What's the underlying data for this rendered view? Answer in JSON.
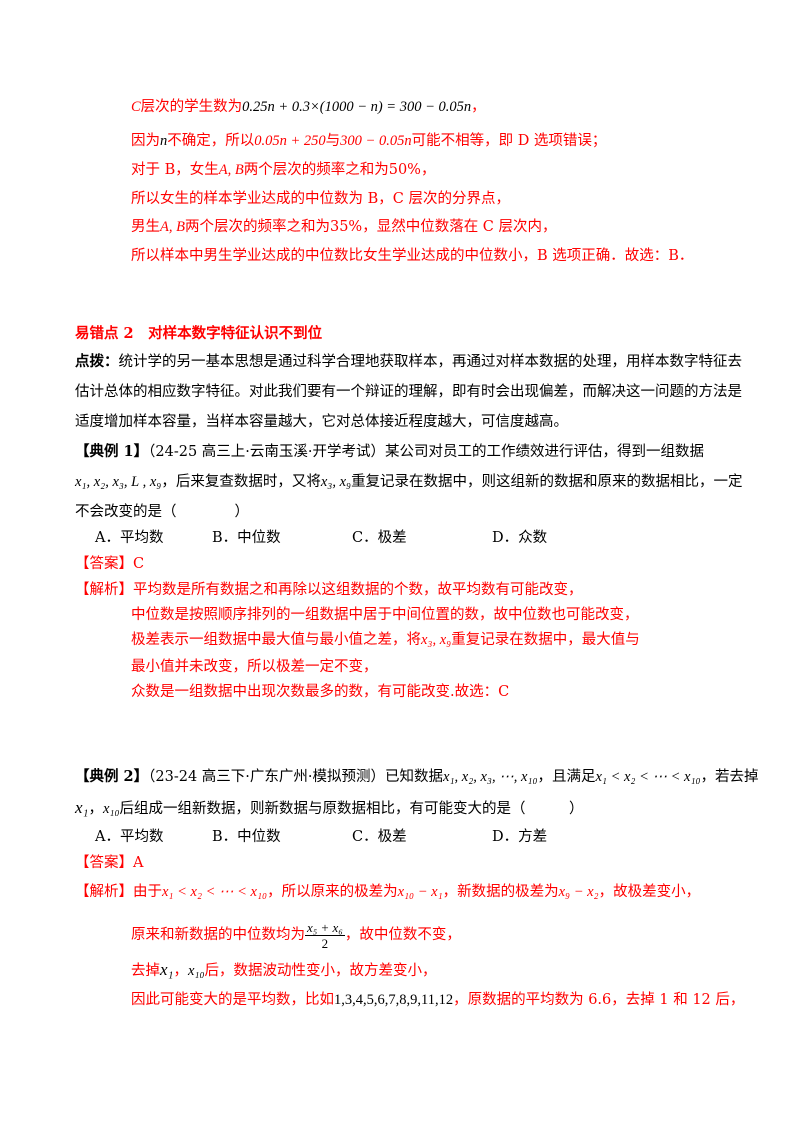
{
  "top": {
    "l1a": "C",
    "l1b": "层次的学生数为",
    "l1m": "0.25n + 0.3×(1000 − n) = 300 − 0.05n",
    "l1c": "，",
    "l2a": "因为",
    "l2v": "n",
    "l2b": "不确定，所以",
    "l2m1": "0.05n + 250",
    "l2c": "与",
    "l2m2": "300 − 0.05n",
    "l2d": "可能不相等，即 D 选项错误；",
    "l3a": "对于 B，女生",
    "l3m": "A, B",
    "l3b": "两个层次的频率之和为",
    "l3p": "50%",
    "l3c": "，",
    "l4": "所以女生的样本学业达成的中位数为 B，C 层次的分界点，",
    "l5a": "男生",
    "l5m": "A, B",
    "l5b": "两个层次的频率之和为",
    "l5p": "35%",
    "l5c": "，显然中位数落在 C 层次内，",
    "l6": "所以样本中男生学业达成的中位数比女生学业达成的中位数小，B 选项正确．故选：B．"
  },
  "section": {
    "title": "易错点 2　对样本数字特征认识不到位",
    "tip_label": "点拨：",
    "tip_1": "统计学的另一基本思想是通过科学合理地获取样本，再通过对样本数据的处理，用样本数字特征去",
    "tip_2": "估计总体的相应数字特征。对此我们要有一个辩证的理解，即有时会出现偏差，而解决这一问题的方法是",
    "tip_3": "适度增加样本容量，当样本容量越大，它对总体接近程度越大，可信度越高。"
  },
  "ex1": {
    "label": "【典例 1】",
    "source": "（24-25 高三上·云南玉溪·开学考试）某公司对员工的工作绩效进行评估，得到一组数据",
    "l2m": "x₁, x₂, x₃, L , x₉",
    "l2a": "，后来复查数据时，又将",
    "l2m2": "x₃, x₉",
    "l2b": "重复记录在数据中，则这组新的数据和原来的数据相比，一定",
    "l3": "不会改变的是（　　　　）",
    "options": [
      "A．平均数",
      "B．中位数",
      "C．极差",
      "D．众数"
    ],
    "answer_label": "【答案】",
    "answer": "C",
    "analysis_label": "【解析】",
    "a1": "平均数是所有数据之和再除以这组数据的个数，故平均数有可能改变，",
    "a2": "中位数是按照顺序排列的一组数据中居于中间位置的数，故中位数也可能改变，",
    "a3a": "极差表示一组数据中最大值与最小值之差，将",
    "a3m": "x₃, x₉",
    "a3b": "重复记录在数据中，最大值与",
    "a4": "最小值并未改变，所以极差一定不变，",
    "a5": "众数是一组数据中出现次数最多的数，有可能改变.故选：C"
  },
  "ex2": {
    "label": "【典例 2】",
    "l1a": "（23-24 高三下·广东广州·模拟预测）已知数据",
    "l1m": "x₁, x₂, x₃, ⋯, x₁₀",
    "l1b": "，且满足",
    "l1m2": "x₁ < x₂ < ⋯ < x₁₀",
    "l1c": "，若去掉",
    "l2m": "x₁",
    "l2a": "，",
    "l2m2": "x₁₀",
    "l2b": "后组成一组新数据，则新数据与原数据相比，有可能变大的是（　　　）",
    "options": [
      "A．平均数",
      "B．中位数",
      "C．极差",
      "D．方差"
    ],
    "answer_label": "【答案】",
    "answer": "A",
    "analysis_label": "【解析】",
    "a1a": "由于",
    "a1m": "x₁ < x₂ < ⋯ < x₁₀",
    "a1b": "，所以原来的极差为",
    "a1m2": "x₁₀ − x₁",
    "a1c": "，新数据的极差为",
    "a1m3": "x₉ − x₂",
    "a1d": "，故极差变小，",
    "a2a": "原来和新数据的中位数均为",
    "a2num": "x₅ + x₆",
    "a2den": "2",
    "a2b": "，故中位数不变，",
    "a3a": "去掉",
    "a3m": "x₁",
    "a3b": "，",
    "a3m2": "x₁₀",
    "a3c": "后，数据波动性变小，故方差变小，",
    "a4a": "因此可能变大的是平均数，比如",
    "a4m": "1,3,4,5,6,7,8,9,11,12",
    "a4b": "，原数据的平均数为 6.6，去掉 1 和 12 后，"
  }
}
